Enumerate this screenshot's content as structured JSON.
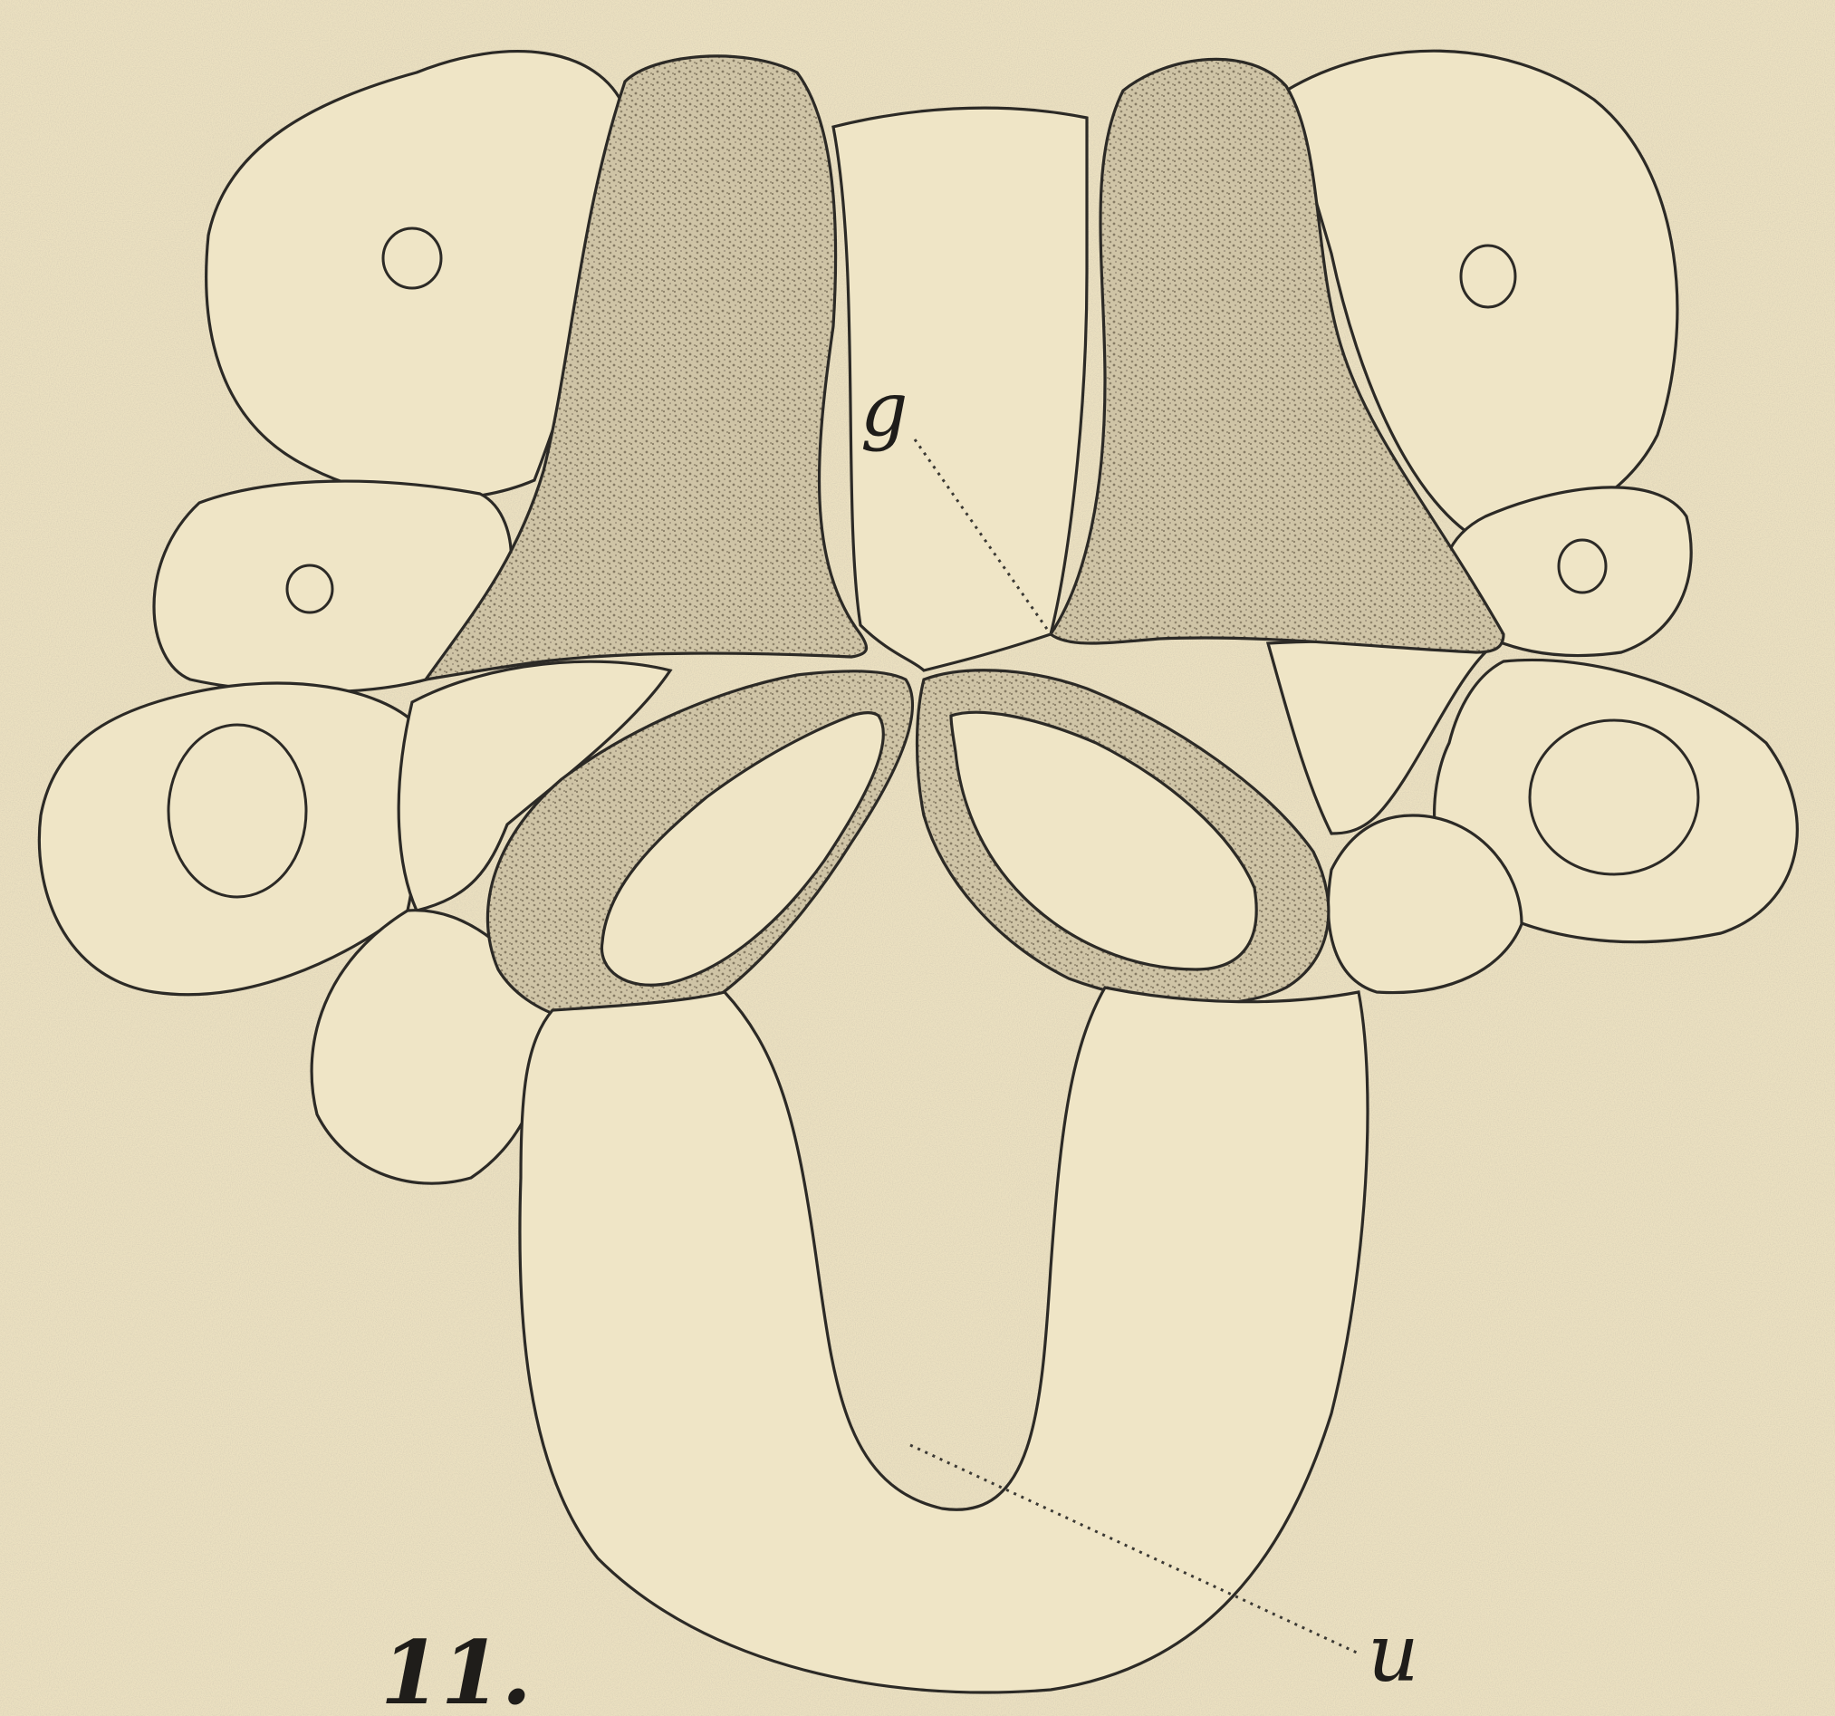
{
  "labels": {
    "g": "g",
    "u": "u",
    "figure_number": "11."
  },
  "colors": {
    "paper": "#ece1c1",
    "line": "#2c2a26",
    "stipple": "#b9ad93"
  }
}
